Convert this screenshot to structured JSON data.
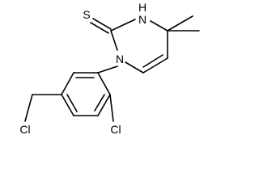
{
  "molecule": {
    "atoms": {
      "s": "S",
      "nh": "H",
      "n3": "N",
      "n1": "N",
      "cl4": "Cl",
      "cl2": "Cl"
    }
  },
  "colors": {
    "bond": "#000000",
    "label": "#000000",
    "background": "#ffffff"
  }
}
